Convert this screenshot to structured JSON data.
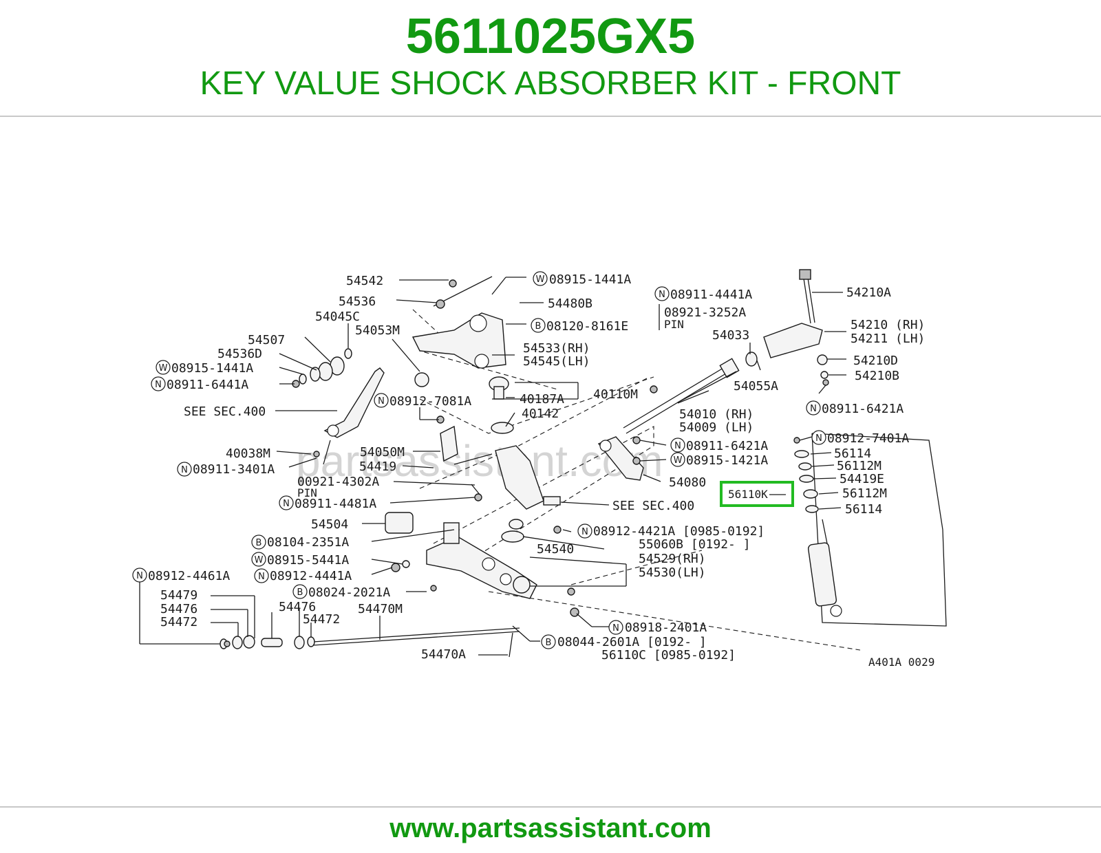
{
  "header": {
    "part_number": "5611025GX5",
    "description": "KEY VALUE SHOCK ABSORBER KIT - FRONT"
  },
  "footer": {
    "url": "www.partsassistant.com"
  },
  "diagram": {
    "watermark": "partsassistant.com",
    "reference_code": "A401A 0029",
    "highlighted_part": "56110K",
    "highlight_color": "#22bb22",
    "brand_color": "#119911",
    "labels": {
      "p54542": "54542",
      "p54536": "54536",
      "p54045C": "54045C",
      "p54507": "54507",
      "p54536D": "54536D",
      "p08915_1441A_a": "08915-1441A",
      "p08911_6441A": "08911-6441A",
      "p54053M": "54053M",
      "p08915_1441A_b": "08915-1441A",
      "p54480B": "54480B",
      "p08120_8161E": "08120-8161E",
      "p54533RH": "54533(RH)",
      "p54545LH": "54545(LH)",
      "p08912_7081A": "08912-7081A",
      "p40187A": "40187A",
      "p40110M": "40110M",
      "p40142": "40142",
      "see_sec_400_a": "SEE SEC.400",
      "p08911_4441A": "08911-4441A",
      "p08921_3252A": "08921-3252A",
      "pin_a": "PIN",
      "p54033": "54033",
      "p54055A": "54055A",
      "p54210A": "54210A",
      "p54210RH": "54210 (RH)",
      "p54211LH": "54211 (LH)",
      "p54210D": "54210D",
      "p54210B": "54210B",
      "p08911_6421A_a": "08911-6421A",
      "p54010RH": "54010 (RH)",
      "p54009LH": "54009 (LH)",
      "p08911_6421A_b": "08911-6421A",
      "p08915_1421A": "08915-1421A",
      "p54080": "54080",
      "see_sec_400_b": "SEE SEC.400",
      "p08912_7401A": "08912-7401A",
      "p56114_a": "56114",
      "p56112M_a": "56112M",
      "p54419E": "54419E",
      "p56110K": "56110K",
      "p56112M_b": "56112M",
      "p56114_b": "56114",
      "p40038M": "40038M",
      "p08911_3401A": "08911-3401A",
      "p54050M": "54050M",
      "p54419": "54419",
      "p00921_4302A": "00921-4302A",
      "pin_b": "PIN",
      "p08911_4481A": "08911-4481A",
      "p54504": "54504",
      "p08104_2351A": "08104-2351A",
      "p08915_5441A": "08915-5441A",
      "p08912_4441A": "08912-4441A",
      "p08912_4461A": "08912-4461A",
      "p08024_2021A": "08024-2021A",
      "p08912_4421A": "08912-4421A [0985-0192]",
      "p55060B": "55060B [0192-     ]",
      "p54540": "54540",
      "p54529RH": "54529(RH)",
      "p54530LH": "54530(LH)",
      "p54479": "54479",
      "p54476_a": "54476",
      "p54472_a": "54472",
      "p54476_b": "54476",
      "p54472_b": "54472",
      "p54470M": "54470M",
      "p54470A": "54470A",
      "p08918_2401A": "08918-2401A",
      "p08044_2601A": "08044-2601A [0192-     ]",
      "p56110C": "56110C [0985-0192]"
    },
    "callout_letters": {
      "w": "W",
      "n": "N",
      "b": "B"
    }
  }
}
